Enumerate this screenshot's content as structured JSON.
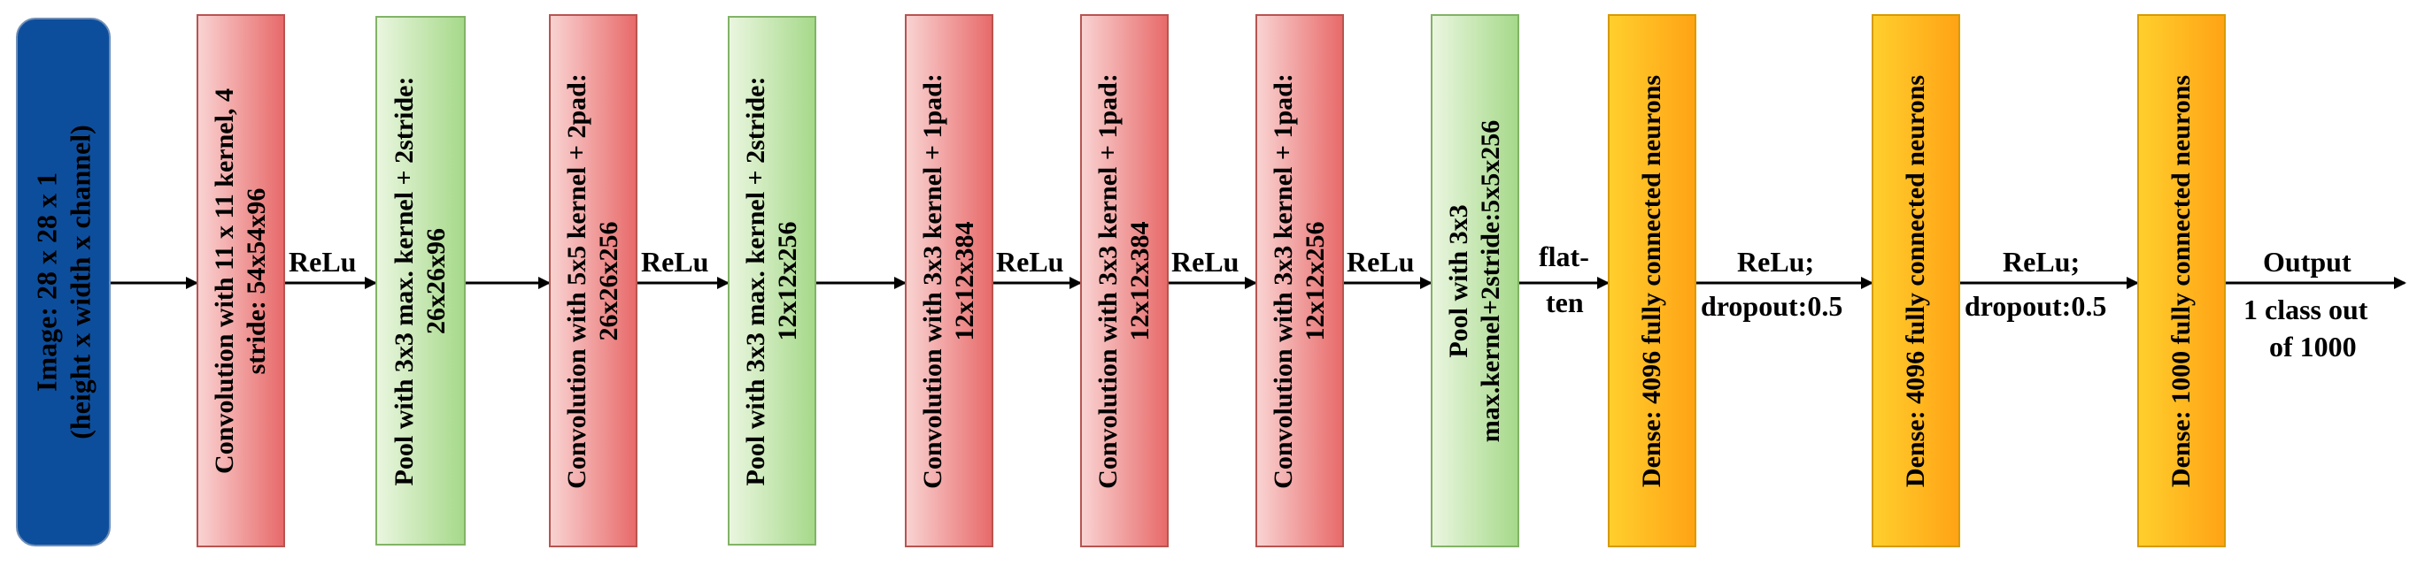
{
  "diagram": {
    "input": {
      "line1": "Image: 28 x 28 x 1",
      "line2": "(height x width x channel)"
    },
    "blocks": [
      {
        "line1": "Convolution with 11 x 11 kernel, 4",
        "line2": "stride: 54x54x96"
      },
      {
        "line1": "Pool with 3x3 max. kernel + 2stride:",
        "line2": "26x26x96"
      },
      {
        "line1": "Convolution with 5x5 kernel + 2pad:",
        "line2": "26x26x256"
      },
      {
        "line1": "Pool with 3x3 max. kernel + 2stride:",
        "line2": "12x12x256"
      },
      {
        "line1": "Convolution with 3x3 kernel + 1pad:",
        "line2": "12x12x384"
      },
      {
        "line1": "Convolution with 3x3 kernel + 1pad:",
        "line2": "12x12x384"
      },
      {
        "line1": "Convolution with 3x3 kernel + 1pad:",
        "line2": "12x12x256"
      },
      {
        "line1": "Pool with 3x3",
        "line2": "max.kernel+2stride:5x5x256"
      },
      {
        "line1": "Dense: 4096 fully connected neurons"
      },
      {
        "line1": "Dense: 4096 fully connected neurons"
      },
      {
        "line1": "Dense: 1000 fully connected neurons"
      }
    ],
    "edge_labels": {
      "relu1": "ReLu",
      "relu2": "ReLu",
      "relu3": "ReLu",
      "relu4": "ReLu",
      "relu5": "ReLu",
      "flatten_top": "flat-",
      "flatten_bottom": "ten",
      "relu_dense1": "ReLu;",
      "dropout1": "dropout:0.5",
      "relu_dense2": "ReLu;",
      "dropout2": "dropout:0.5",
      "output": "Output",
      "output_line2": "1 class out",
      "output_line3": "of 1000"
    }
  },
  "colors": {
    "input": "#0d4e9c",
    "convolution": "#e86a6a",
    "pool": "#a6d98a",
    "dense": "#ffa315",
    "arrow": "#000000"
  }
}
